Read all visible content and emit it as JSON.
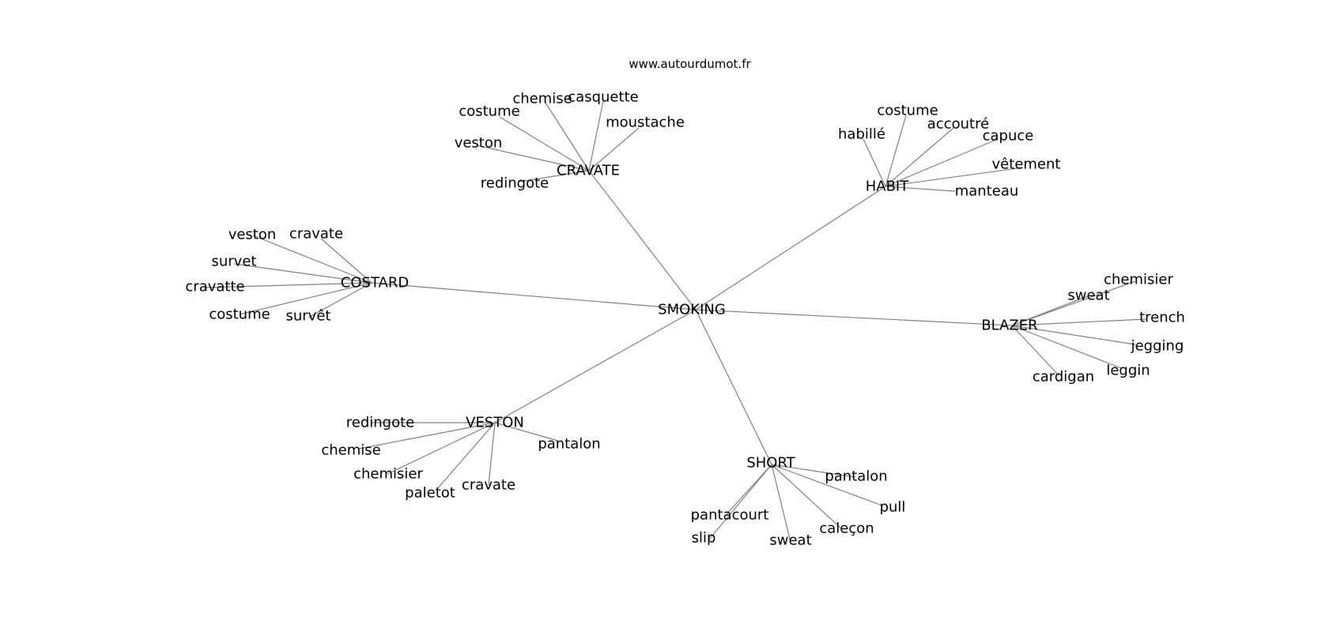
{
  "site_url": "www.autourdumot.fr",
  "line_color": "#808080",
  "center": "SMOKING",
  "branches": [
    {
      "label": "CRAVATE",
      "words": [
        "costume",
        "chemise",
        "casquette",
        "moustache",
        "veston",
        "redingote"
      ]
    },
    {
      "label": "HABIT",
      "words": [
        "costume",
        "habillé",
        "accoutré",
        "capuce",
        "vêtement",
        "manteau"
      ]
    },
    {
      "label": "COSTARD",
      "words": [
        "veston",
        "cravate",
        "survet",
        "cravatte",
        "costume",
        "survêt"
      ]
    },
    {
      "label": "BLAZER",
      "words": [
        "chemisier",
        "sweat",
        "trench",
        "jegging",
        "leggin",
        "cardigan"
      ]
    },
    {
      "label": "VESTON",
      "words": [
        "redingote",
        "pantalon",
        "chemise",
        "chemisier",
        "paletot",
        "cravate"
      ]
    },
    {
      "label": "SHORT",
      "words": [
        "pantalon",
        "pull",
        "pantacourt",
        "slip",
        "sweat",
        "caleçon"
      ]
    }
  ]
}
